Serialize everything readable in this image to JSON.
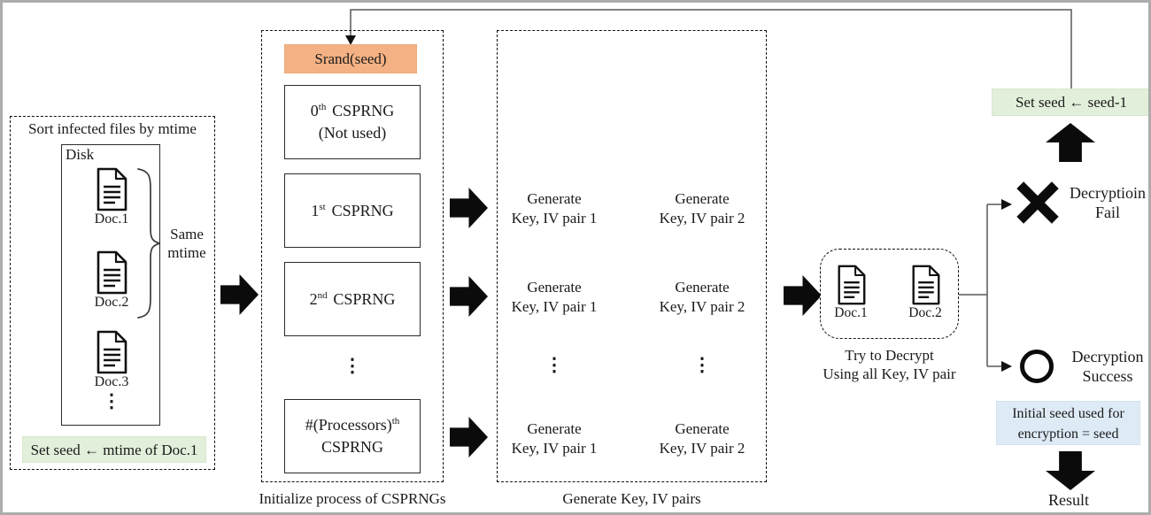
{
  "colors": {
    "srand_fill": "#f4b183",
    "seed_box_fill": "#e2efda",
    "info_box_fill": "#deebf7",
    "frame": "#acacac",
    "arrow_black": "#0b0b0b",
    "connector_gray": "#595959"
  },
  "left_panel": {
    "title": "Sort infected files by mtime",
    "disk_label": "Disk",
    "docs": [
      "Doc.1",
      "Doc.2",
      "Doc.3"
    ],
    "ellipsis": "⋮",
    "brace_label_line1": "Same",
    "brace_label_line2": "mtime",
    "seed_box": "Set seed ← mtime of Doc.1"
  },
  "csprng_panel": {
    "srand_label": "Srand(seed)",
    "boxes": [
      {
        "num": "0",
        "ord": "th",
        "name": "CSPRNG",
        "note": "(Not used)"
      },
      {
        "num": "1",
        "ord": "st",
        "name": "CSPRNG"
      },
      {
        "num": "2",
        "ord": "nd",
        "name": "CSPRNG"
      },
      {
        "num": "#(Processors)",
        "ord": "th",
        "name": "CSPRNG"
      }
    ],
    "ellipsis": "⋮",
    "caption": "Initialize process of CSPRNGs"
  },
  "generate_panel": {
    "rows": [
      {
        "col1_line1": "Generate",
        "col1_line2": "Key, IV pair 1",
        "col2_line1": "Generate",
        "col2_line2": "Key, IV pair 2"
      },
      {
        "col1_line1": "Generate",
        "col1_line2": "Key, IV pair 1",
        "col2_line1": "Generate",
        "col2_line2": "Key, IV pair 2"
      },
      {
        "col1_line1": "Generate",
        "col1_line2": "Key, IV pair 1",
        "col2_line1": "Generate",
        "col2_line2": "Key, IV pair 2"
      }
    ],
    "ellipsis": "⋮",
    "caption": "Generate Key, IV pairs"
  },
  "decrypt_panel": {
    "docs": [
      "Doc.1",
      "Doc.2"
    ],
    "caption_line1": "Try to Decrypt",
    "caption_line2": "Using all Key, IV pair"
  },
  "fail_outcome": {
    "line1": "Decryptioin",
    "line2": "Fail"
  },
  "success_outcome": {
    "line1": "Decryption",
    "line2": "Success"
  },
  "feedback_box": "Set seed ← seed-1",
  "result": {
    "info_line1": "Initial seed used for",
    "info_line2": "encryption = seed",
    "label": "Result"
  }
}
